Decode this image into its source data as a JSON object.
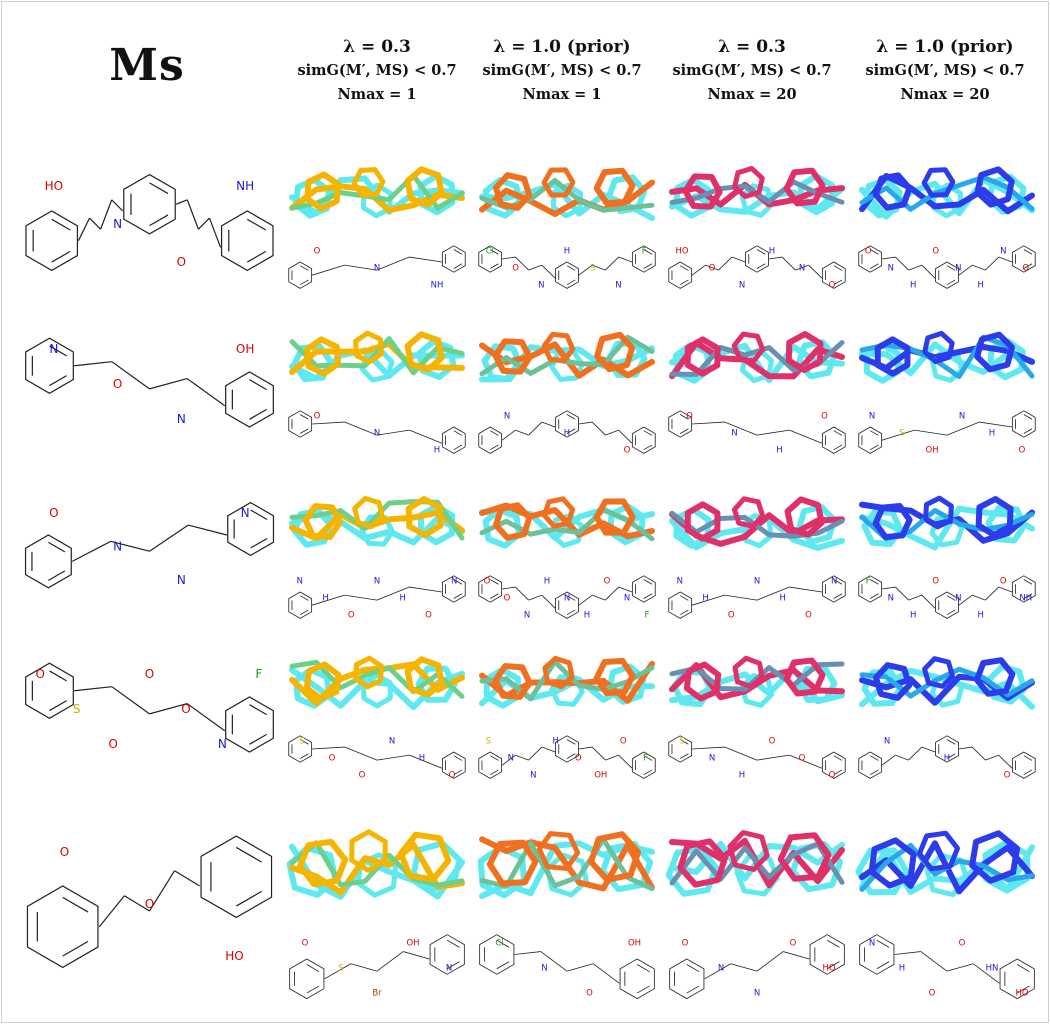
{
  "reference": {
    "title": "Ms",
    "row_labels": [
      [
        "HO",
        "N",
        "O",
        "NH"
      ],
      [
        "N",
        "O",
        "N",
        "OH"
      ],
      [
        "O",
        "N",
        "N",
        "N"
      ],
      [
        "O",
        "S",
        "O",
        "O",
        "O",
        "N",
        "F"
      ],
      [
        "O",
        "O",
        "HO"
      ]
    ]
  },
  "columns": [
    {
      "lambda": "λ = 0.3",
      "similarity": "simG(M′, MS) < 0.7",
      "nmax": "Nmax = 1",
      "color": "#f5b400",
      "accent": "#6cd08a"
    },
    {
      "lambda": "λ = 1.0 (prior)",
      "similarity": "simG(M′, MS) < 0.7",
      "nmax": "Nmax = 1",
      "color": "#f07020",
      "accent": "#6cc09a"
    },
    {
      "lambda": "λ = 0.3",
      "similarity": "simG(M′, MS) < 0.7",
      "nmax": "Nmax = 20",
      "color": "#e0306a",
      "accent": "#6a8fb0"
    },
    {
      "lambda": "λ = 1.0 (prior)",
      "similarity": "simG(M′, MS) < 0.7",
      "nmax": "Nmax = 20",
      "color": "#2c3cea",
      "accent": "#28a8e8"
    }
  ],
  "overlay_reference_color": "#5ee8f0",
  "generated_labels": [
    [
      [
        "O",
        "N",
        "NH"
      ],
      [
        "Cl",
        "O",
        "N",
        "H",
        "S",
        "N",
        "F"
      ],
      [
        "HO",
        "O",
        "N",
        "H",
        "N",
        "O"
      ],
      [
        "O",
        "N",
        "H",
        "O",
        "N",
        "H",
        "N",
        "O"
      ]
    ],
    [
      [
        "O",
        "N",
        "H"
      ],
      [
        "N",
        "H",
        "O"
      ],
      [
        "O",
        "N",
        "H",
        "O"
      ],
      [
        "N",
        "S",
        "OH",
        "N",
        "H",
        "O"
      ]
    ],
    [
      [
        "N",
        "H",
        "O",
        "N",
        "H",
        "O",
        "N"
      ],
      [
        "O",
        "O",
        "N",
        "H",
        "N",
        "H",
        "O",
        "N",
        "F"
      ],
      [
        "N",
        "H",
        "O",
        "N",
        "H",
        "O",
        "N"
      ],
      [
        "F",
        "N",
        "H",
        "O",
        "N",
        "H",
        "O",
        "NH"
      ]
    ],
    [
      [
        "S",
        "O",
        "O",
        "N",
        "H",
        "O"
      ],
      [
        "S",
        "N",
        "N",
        "H",
        "O",
        "OH",
        "O",
        "F"
      ],
      [
        "S",
        "N",
        "H",
        "O",
        "O",
        "O"
      ],
      [
        "N",
        "H",
        "O"
      ]
    ],
    [
      [
        "O",
        "S",
        "Br",
        "OH",
        "N"
      ],
      [
        "Cl",
        "N",
        "O",
        "OH"
      ],
      [
        "O",
        "N",
        "N",
        "O",
        "HO"
      ],
      [
        "N",
        "H",
        "O",
        "O",
        "HN",
        "HO"
      ]
    ]
  ]
}
